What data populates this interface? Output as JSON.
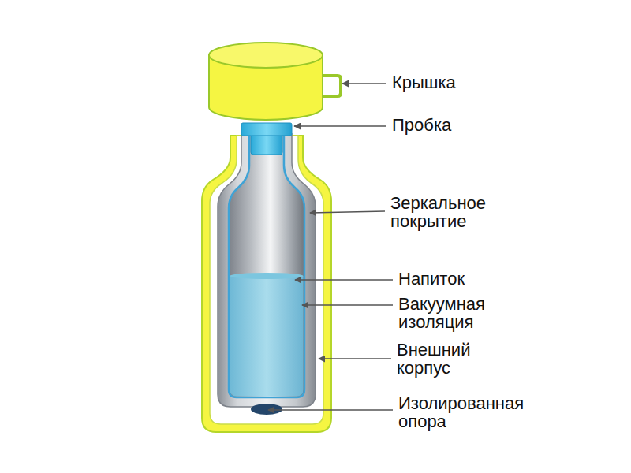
{
  "diagram": {
    "labels": [
      "Крышка",
      "Пробка",
      "Зеркальное покрытие",
      "Напиток",
      "Вакуумная изоляция",
      "Внешний корпус",
      "Изолированная опора"
    ]
  }
}
